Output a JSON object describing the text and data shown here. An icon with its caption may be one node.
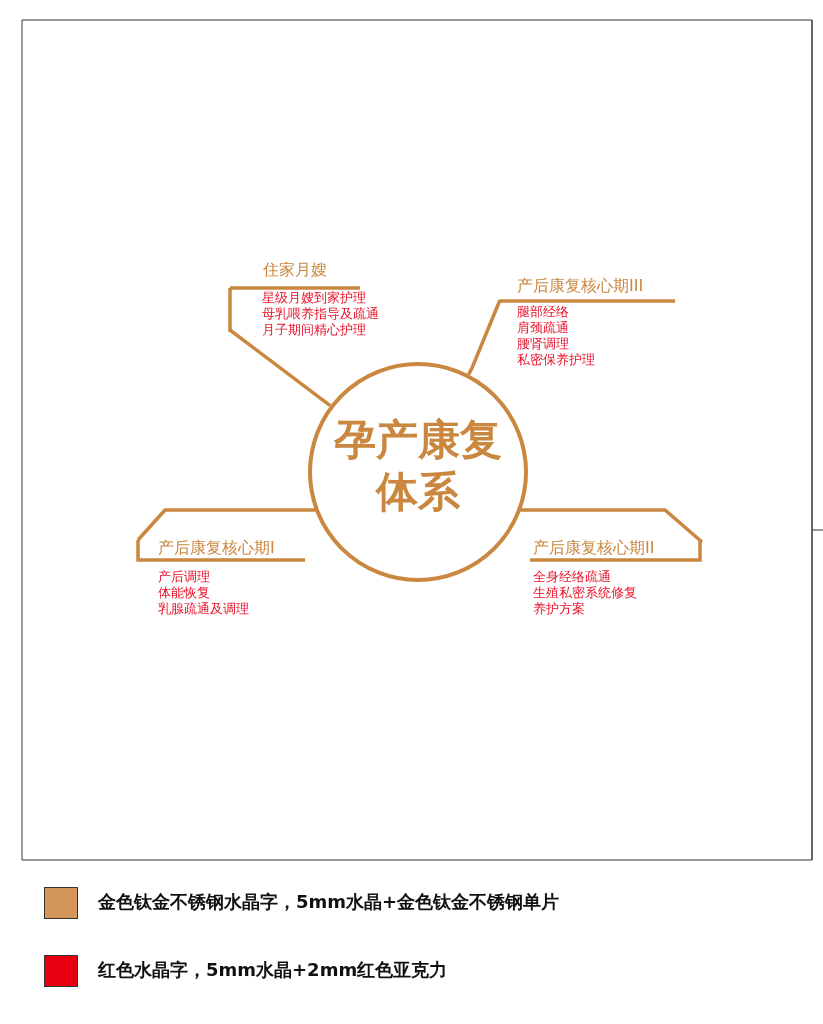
{
  "diagram": {
    "nodes": [
      {
        "text": [
          "孕产康复体系"
        ]
      },
      {
        "text": [
          "住家月嫂",
          "星级月嫂到家护理",
          "母乳喂养指导及疏通",
          "月子期间精心护理"
        ]
      },
      {
        "text": [
          "产后康复核心期III",
          "腿部经络",
          "肩颈疏通",
          "腰肾调理",
          "私密保养护理"
        ]
      },
      {
        "text": [
          "产后康复核心期I",
          "产后调理",
          "体能恢复",
          "乳腺疏通及调理"
        ]
      },
      {
        "text": [
          "产后康复核心期II",
          "全身经络疏通",
          "生殖私密系统修复",
          "养护方案"
        ]
      }
    ],
    "edges": [
      {
        "from": 0,
        "to": 1,
        "arrow": "none"
      },
      {
        "from": 0,
        "to": 2,
        "arrow": "none"
      },
      {
        "from": 0,
        "to": 3,
        "arrow": "none"
      },
      {
        "from": 0,
        "to": 4,
        "arrow": "none"
      }
    ],
    "legend": [
      {
        "text": "金色钛金不锈钢水晶字，5mm水晶+金色钛金不锈钢单片",
        "color": "#d4965a"
      },
      {
        "text": "红色水晶字，5mm水晶+2mm红色亚克力",
        "color": "#e60012"
      }
    ]
  }
}
